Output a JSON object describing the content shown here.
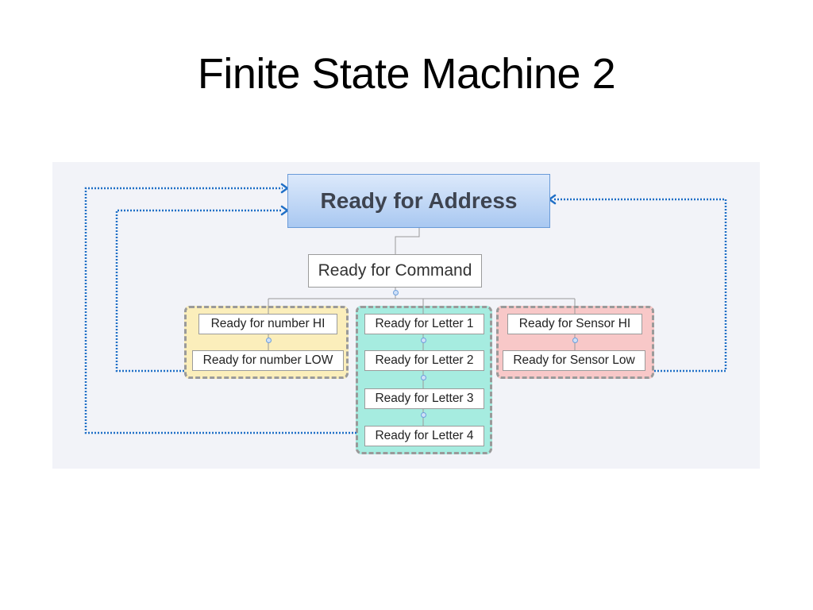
{
  "slide": {
    "title": "Finite State Machine 2"
  },
  "diagram": {
    "root": "Ready for Address",
    "command": "Ready for Command",
    "groups": {
      "number": {
        "color": "#fbeebb",
        "items": [
          "Ready for number HI",
          "Ready for number LOW"
        ]
      },
      "letter": {
        "color": "#a6ece0",
        "items": [
          "Ready for Letter 1",
          "Ready for Letter 2",
          "Ready for Letter 3",
          "Ready for Letter 4"
        ]
      },
      "sensor": {
        "color": "#f8c8c8",
        "items": [
          "Ready for Sensor HI",
          "Ready for Sensor Low"
        ]
      }
    },
    "colors": {
      "arrow": "#1f6fc6",
      "connector": "#9a9a9a",
      "background": "#f2f3f8"
    }
  }
}
